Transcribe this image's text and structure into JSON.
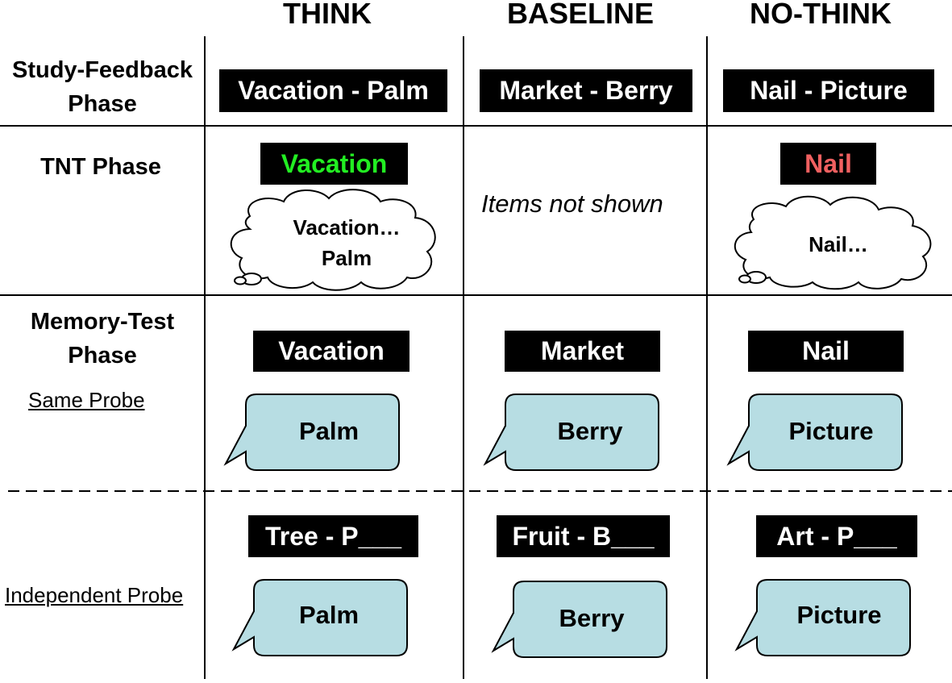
{
  "columns": {
    "think": "THINK",
    "baseline": "BASELINE",
    "nothink": "NO-THINK"
  },
  "rows": {
    "study": {
      "line1": "Study-Feedback",
      "line2": "Phase"
    },
    "tnt": {
      "label": "TNT Phase"
    },
    "memory": {
      "line1": "Memory-Test",
      "line2": "Phase",
      "same_probe": "Same Probe",
      "independent_probe": "Independent Probe"
    }
  },
  "study_pairs": {
    "think": "Vacation - Palm",
    "baseline": "Market - Berry",
    "nothink": "Nail - Picture"
  },
  "tnt": {
    "think_cue": "Vacation",
    "think_cue_color": "#22ee22",
    "think_thought_line1": "Vacation…",
    "think_thought_line2": "Palm",
    "baseline_note": "Items not shown",
    "nothink_cue": "Nail",
    "nothink_cue_color": "#f06060",
    "nothink_thought": "Nail…"
  },
  "same_probe": {
    "think_cue": "Vacation",
    "think_answer": "Palm",
    "baseline_cue": "Market",
    "baseline_answer": "Berry",
    "nothink_cue": "Nail",
    "nothink_answer": "Picture"
  },
  "independent_probe": {
    "think_cue": "Tree - P___",
    "think_answer": "Palm",
    "baseline_cue": "Fruit - B___",
    "baseline_answer": "Berry",
    "nothink_cue": "Art - P___",
    "nothink_answer": "Picture"
  },
  "colors": {
    "bubble_fill": "#b7dde3",
    "box_fill": "#000000",
    "box_text": "#ffffff"
  }
}
